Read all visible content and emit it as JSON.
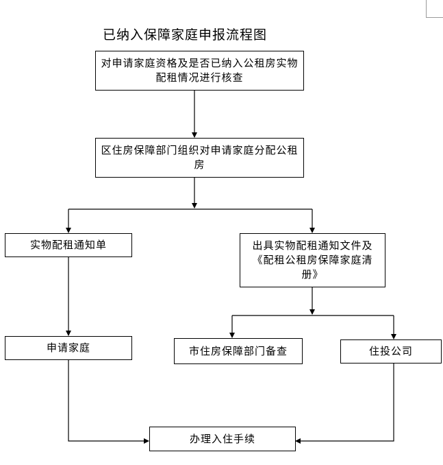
{
  "title": "已纳入保障家庭申报流程图",
  "nodes": {
    "verify": "对申请家庭资格及是否已纳入公租房实物配租情况进行核查",
    "allocate": "区住房保障部门组织对申请家庭分配公租房",
    "notice": "实物配租通知单",
    "issue_docs": "出具实物配租通知文件及《配租公租房保障家庭清册》",
    "applicant": "申请家庭",
    "city_record": "市住房保障部门备查",
    "housing_company": "住投公司",
    "checkin": "办理入住手续"
  },
  "edges": [
    {
      "from": "verify",
      "to": "allocate"
    },
    {
      "from": "allocate",
      "to": "notice"
    },
    {
      "from": "allocate",
      "to": "issue_docs"
    },
    {
      "from": "notice",
      "to": "applicant"
    },
    {
      "from": "issue_docs",
      "to": "city_record"
    },
    {
      "from": "issue_docs",
      "to": "housing_company"
    },
    {
      "from": "applicant",
      "to": "checkin"
    },
    {
      "from": "housing_company",
      "to": "checkin"
    }
  ]
}
